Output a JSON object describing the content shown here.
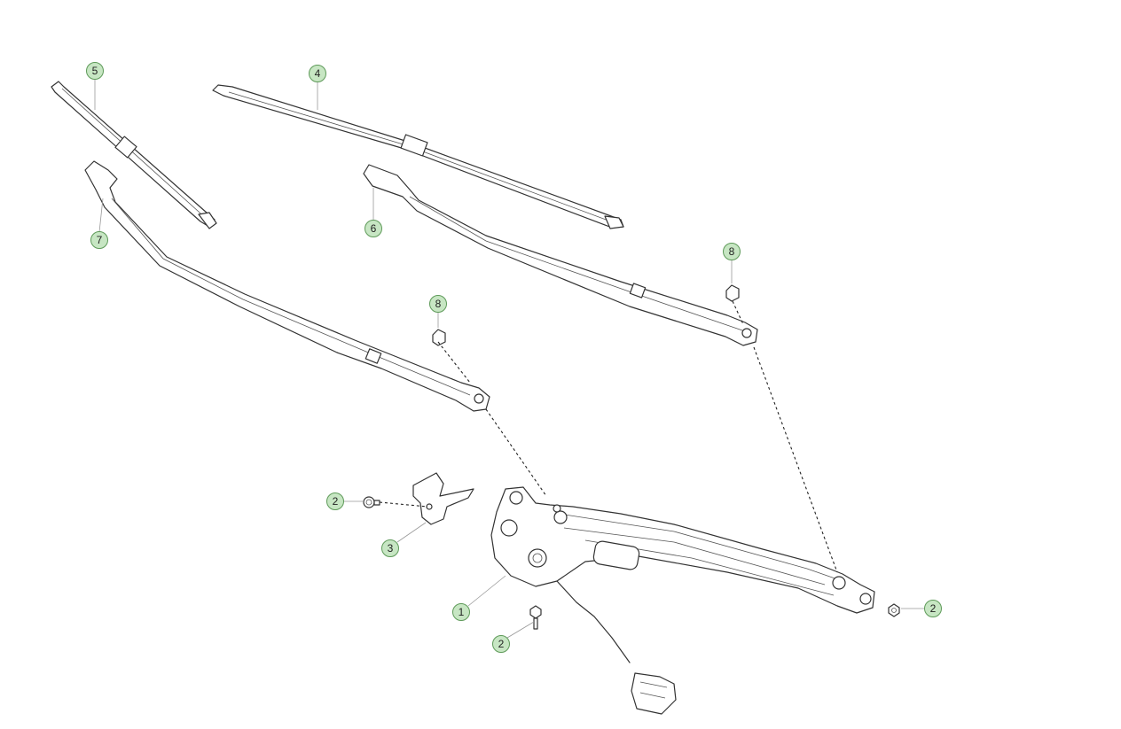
{
  "colors": {
    "callout_fill": "#c7e6c3",
    "callout_stroke": "#5e9a59",
    "line": "#333333"
  },
  "callouts": [
    {
      "id": "c5",
      "label": "5"
    },
    {
      "id": "c4",
      "label": "4"
    },
    {
      "id": "c7",
      "label": "7"
    },
    {
      "id": "c6",
      "label": "6"
    },
    {
      "id": "c8a",
      "label": "8"
    },
    {
      "id": "c8b",
      "label": "8"
    },
    {
      "id": "c2a",
      "label": "2"
    },
    {
      "id": "c3",
      "label": "3"
    },
    {
      "id": "c1",
      "label": "1"
    },
    {
      "id": "c2b",
      "label": "2"
    },
    {
      "id": "c2c",
      "label": "2"
    }
  ]
}
